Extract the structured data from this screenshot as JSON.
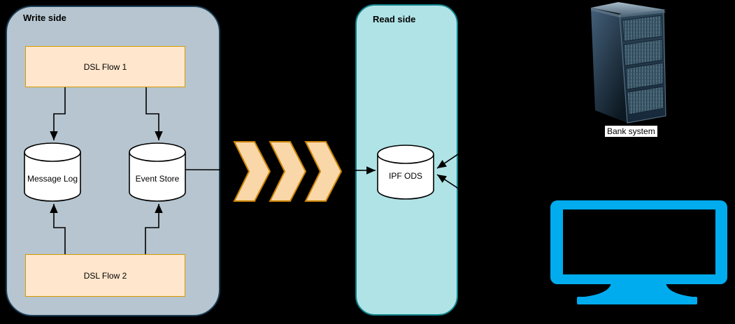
{
  "write_side": {
    "label": "Write side",
    "fill": "#B6C5CF",
    "border": "#1B3C54",
    "nodes": {
      "dsl_flow_1": {
        "label": "DSL Flow 1"
      },
      "dsl_flow_2": {
        "label": "DSL Flow 2"
      },
      "message_log": {
        "label": "Message Log"
      },
      "event_store": {
        "label": "Event Store"
      }
    }
  },
  "read_side": {
    "label": "Read side",
    "fill": "#B0E3E6",
    "border": "#0E8088",
    "nodes": {
      "ipf_ods": {
        "label": "IPF ODS"
      }
    }
  },
  "external_systems": {
    "bank_system": {
      "label": "Bank system"
    },
    "client_monitor": {
      "color": "#00ACEE"
    }
  },
  "flow_chevrons": {
    "count": 3,
    "fill": "#FAD7A8",
    "border": "#C98200"
  },
  "node_style": {
    "process_fill": "#FFE6CC",
    "process_border": "#D79B00",
    "datastore_fill": "#FFFFFF",
    "datastore_border": "#000000"
  },
  "edges": [
    {
      "from": "DSL Flow 1",
      "to": "Message Log"
    },
    {
      "from": "DSL Flow 1",
      "to": "Event Store"
    },
    {
      "from": "DSL Flow 2",
      "to": "Message Log"
    },
    {
      "from": "DSL Flow 2",
      "to": "Event Store"
    },
    {
      "from": "Event Store",
      "to": "IPF ODS"
    },
    {
      "from": "Bank system",
      "to": "IPF ODS"
    },
    {
      "from": "Client monitor",
      "to": "IPF ODS"
    }
  ]
}
